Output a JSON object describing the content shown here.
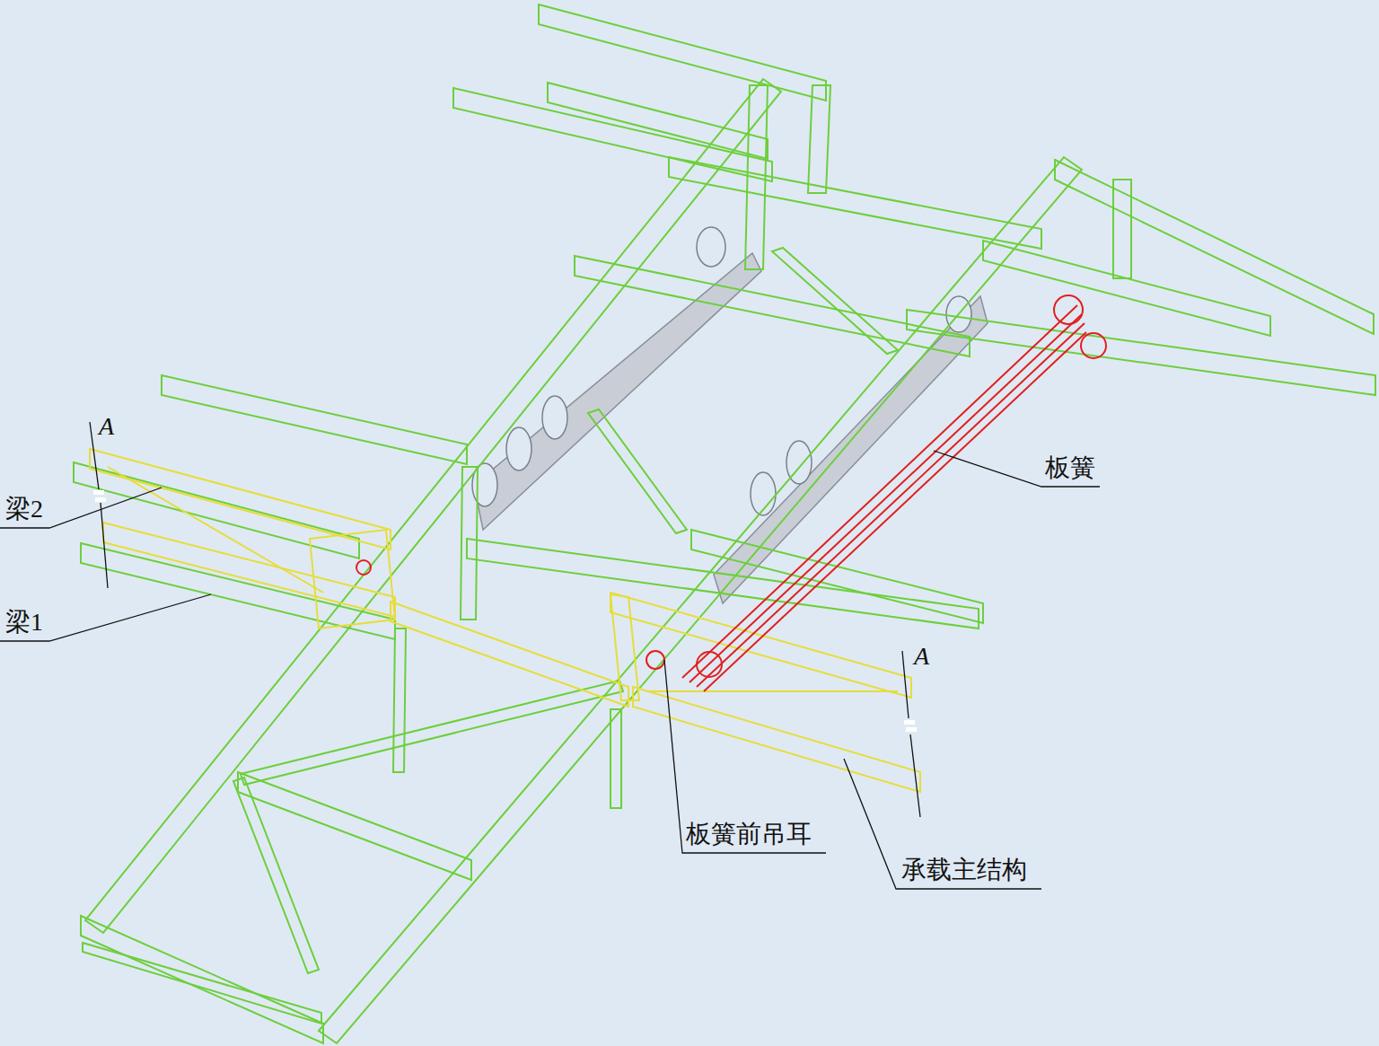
{
  "diagram": {
    "labels": [
      "A",
      "板簧",
      "梁2",
      "梁1",
      "A",
      "板簧前吊耳",
      "承载主结构"
    ]
  }
}
